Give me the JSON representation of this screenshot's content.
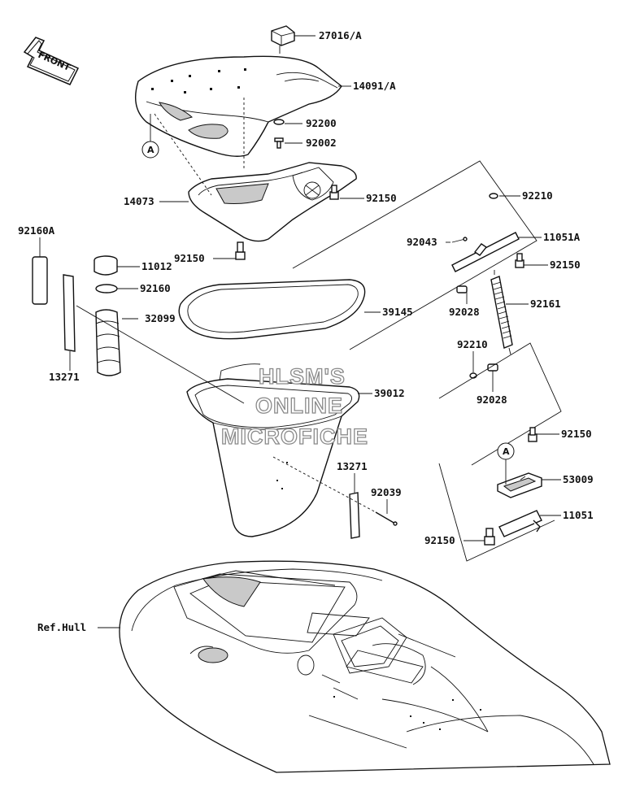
{
  "front_badge": {
    "text": "FRONT"
  },
  "callout_letter": "A",
  "labels": {
    "p27016A": "27016/A",
    "p14091A": "14091/A",
    "p92200": "92200",
    "p92002": "92002",
    "p14073": "14073",
    "p92150_seat": "92150",
    "p92150_left": "92150",
    "p92210_top": "92210",
    "p92043": "92043",
    "p11051A": "11051A",
    "p92150_right": "92150",
    "p92160A": "92160A",
    "p11012": "11012",
    "p92160": "92160",
    "p32099": "32099",
    "p13271_left": "13271",
    "p39145": "39145",
    "p92028_top": "92028",
    "p92161": "92161",
    "p92210_mid": "92210",
    "p92028_bot": "92028",
    "p39012": "39012",
    "p13271_right": "13271",
    "p92039": "92039",
    "p92150_lower_right": "92150",
    "p53009": "53009",
    "p11051": "11051",
    "p92150_lower": "92150",
    "ref_hull": "Ref.Hull"
  },
  "watermark": {
    "line1": "HLSM'S",
    "line2": "ONLINE",
    "line3": "MICROFICHE"
  }
}
